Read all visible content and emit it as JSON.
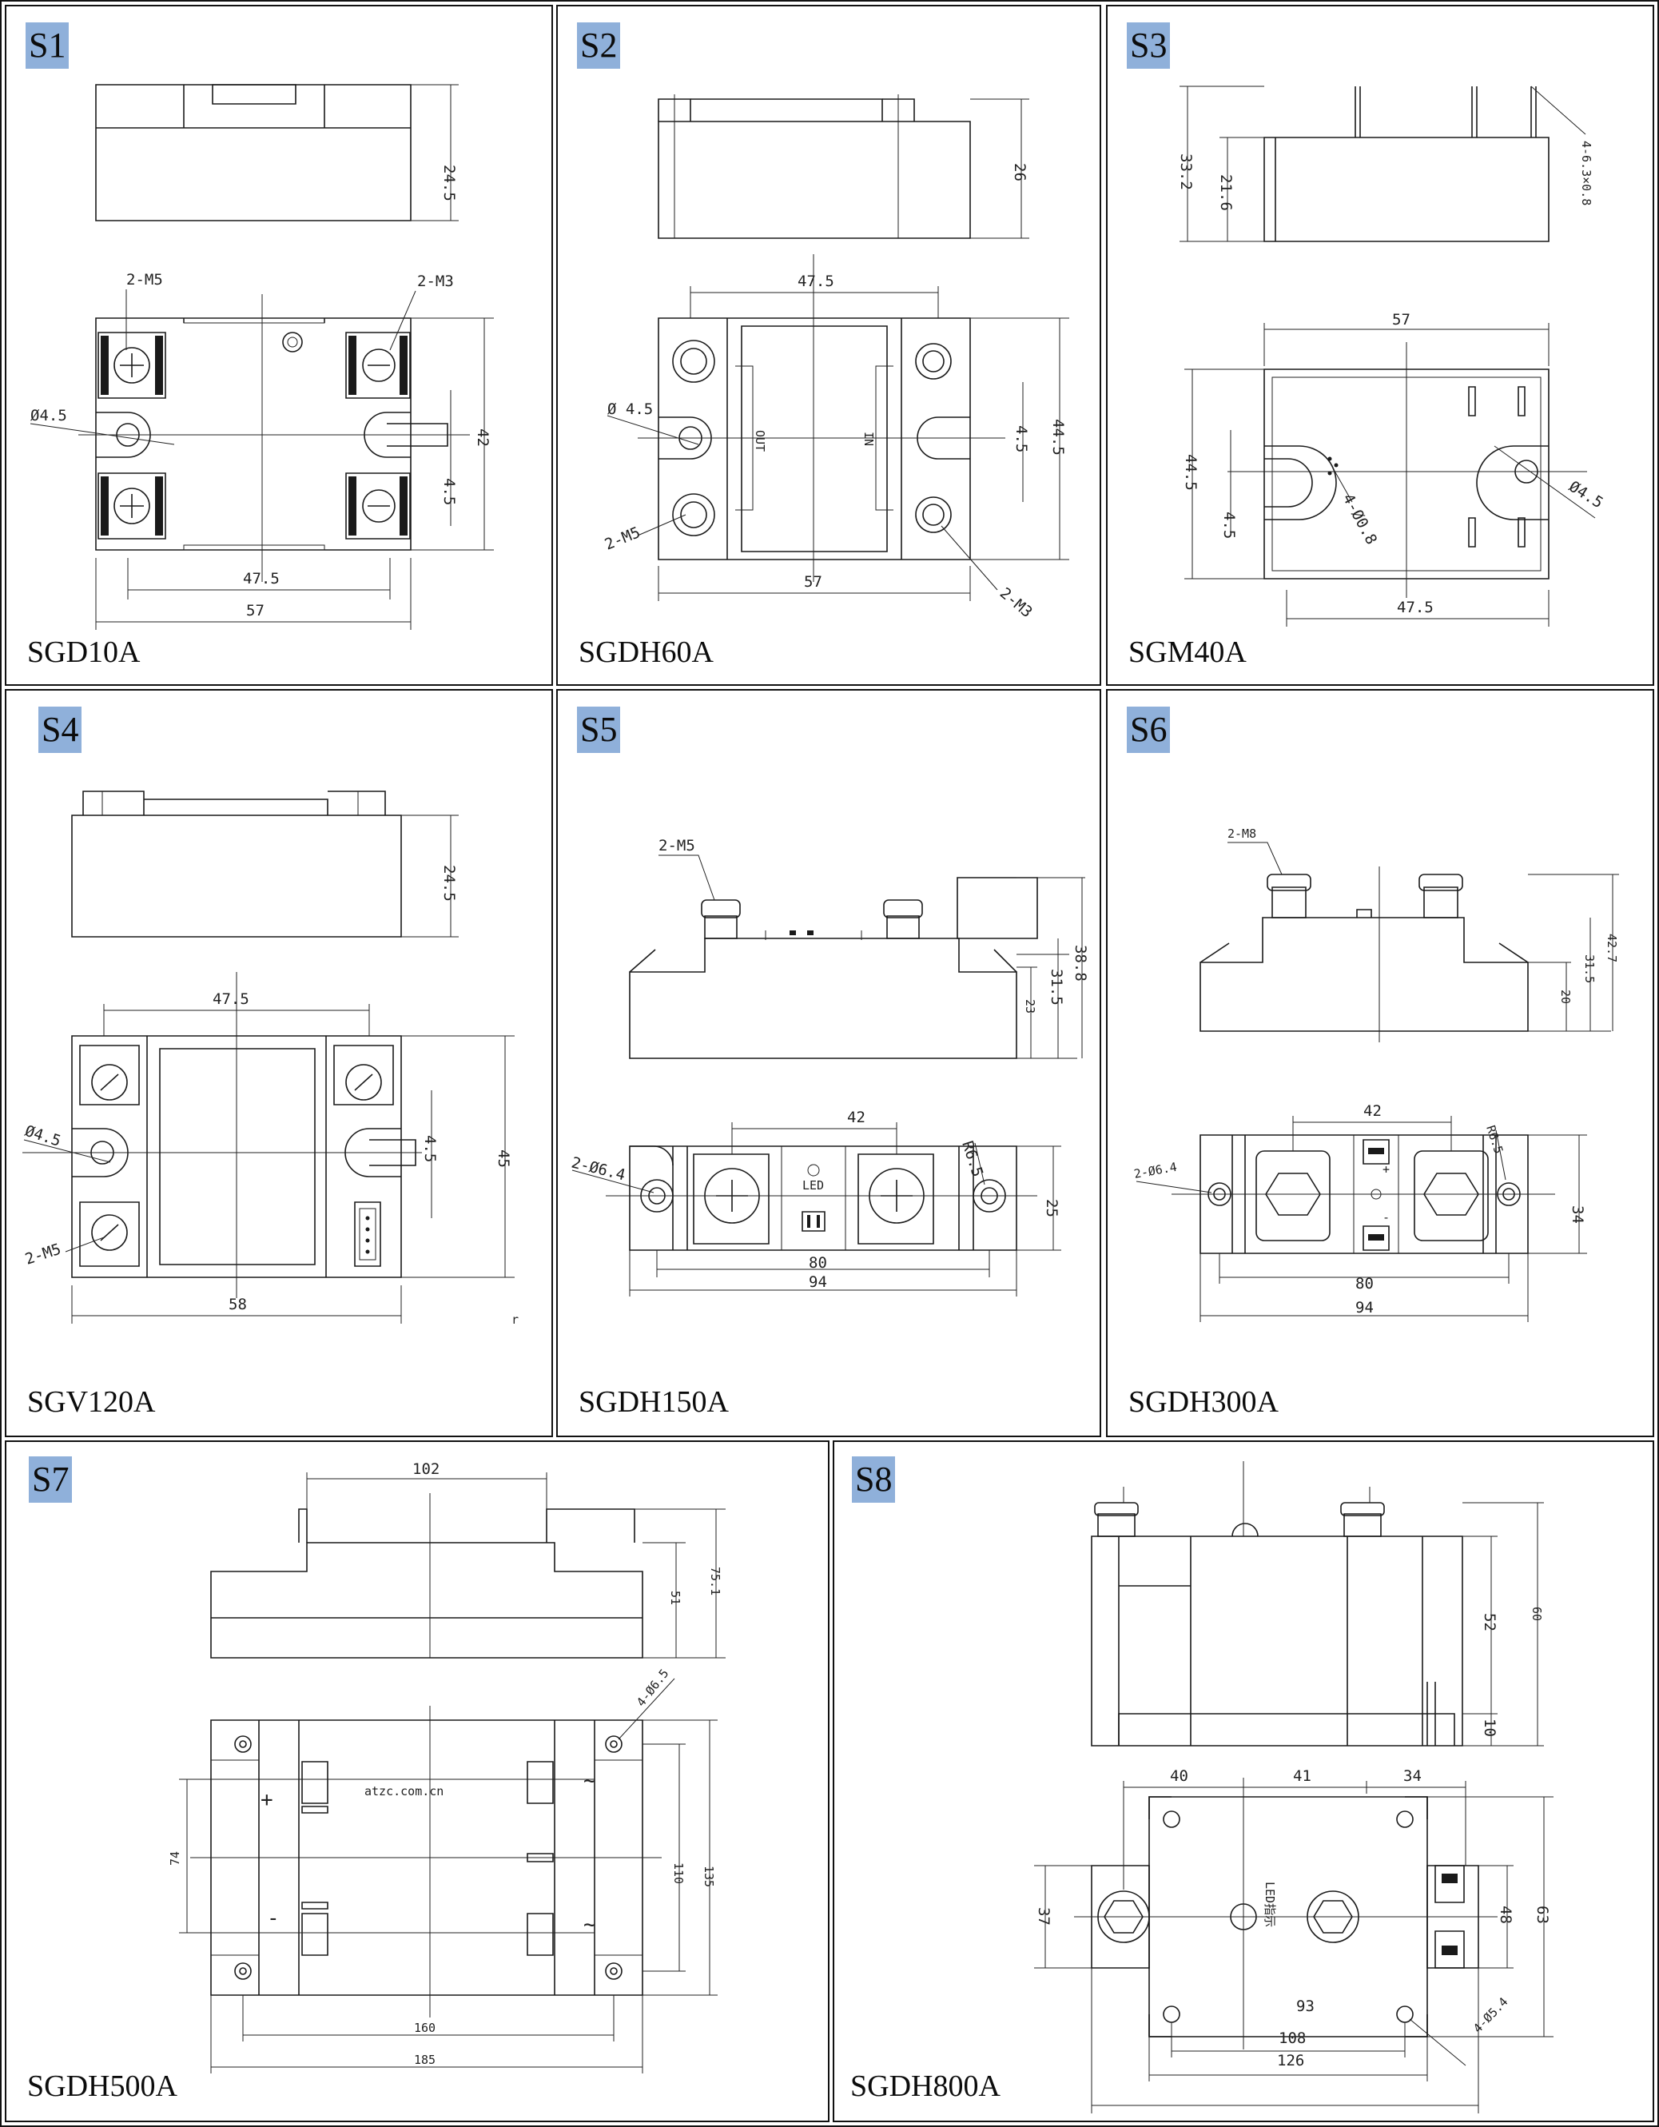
{
  "panels": [
    {
      "id": "S1",
      "model": "SGD10A"
    },
    {
      "id": "S2",
      "model": "SGDH60A"
    },
    {
      "id": "S3",
      "model": "SGM40A"
    },
    {
      "id": "S4",
      "model": "SGV120A"
    },
    {
      "id": "S5",
      "model": "SGDH150A"
    },
    {
      "id": "S6",
      "model": "SGDH300A"
    },
    {
      "id": "S7",
      "model": "SGDH500A"
    },
    {
      "id": "S8",
      "model": "SGDH800A"
    }
  ],
  "dims": {
    "s1": {
      "h": "24.5",
      "m5": "2-M5",
      "m3": "2-M3",
      "hole": "Ø4.5",
      "a": "42",
      "b": "4.5",
      "w1": "47.5",
      "w2": "57"
    },
    "s2": {
      "h": "26",
      "w1": "47.5",
      "hole": "Ø 4.5",
      "m5": "2-M5",
      "m3": "2-M3",
      "a": "44.5",
      "b": "4.5",
      "w2": "57",
      "out": "OUT",
      "in": "IN"
    },
    "s3": {
      "h1": "33.2",
      "h2": "21.6",
      "pin": "4-6.3×0.8",
      "w1": "57",
      "a": "44.5",
      "b": "4.5",
      "hole": "Ø4.5",
      "pin2": "4-Ø0.8",
      "w2": "47.5"
    },
    "s4": {
      "h": "24.5",
      "w1": "47.5",
      "hole": "Ø4.5",
      "m5": "2-M5",
      "b": "4.5",
      "a": "45",
      "w2": "58",
      "r": "r"
    },
    "s5": {
      "m5": "2-M5",
      "h1": "23",
      "h2": "31.5",
      "h3": "38.8",
      "w1": "42",
      "r": "R6.5",
      "hole": "2-Ø6.4",
      "led": "LED",
      "h4": "25",
      "w2": "80",
      "w3": "94"
    },
    "s6": {
      "m8": "2-M8",
      "h1": "20",
      "h2": "31.5",
      "h3": "42.7",
      "w1": "42",
      "r": "R6.5",
      "hole": "2-Ø6.4",
      "h4": "34",
      "w2": "80",
      "w3": "94",
      "plus": "+",
      "minus": "-"
    },
    "s7": {
      "w1": "102",
      "h1": "51",
      "h2": "75.1",
      "hole": "4-Ø6.5",
      "web": "atzc.com.cn",
      "plus": "+",
      "minus": "-",
      "ac": "~",
      "v1": "74",
      "v2": "110",
      "v3": "135",
      "w2": "160",
      "w3": "185"
    },
    "s8": {
      "h1": "52",
      "h2": "60",
      "h3": "10",
      "w1": "40",
      "w2": "41",
      "w3": "34",
      "v1": "37",
      "v2": "48",
      "v3": "63",
      "w4": "93",
      "w5": "108",
      "w6": "126",
      "hole": "4-Ø5.4",
      "led": "LED指示"
    }
  }
}
